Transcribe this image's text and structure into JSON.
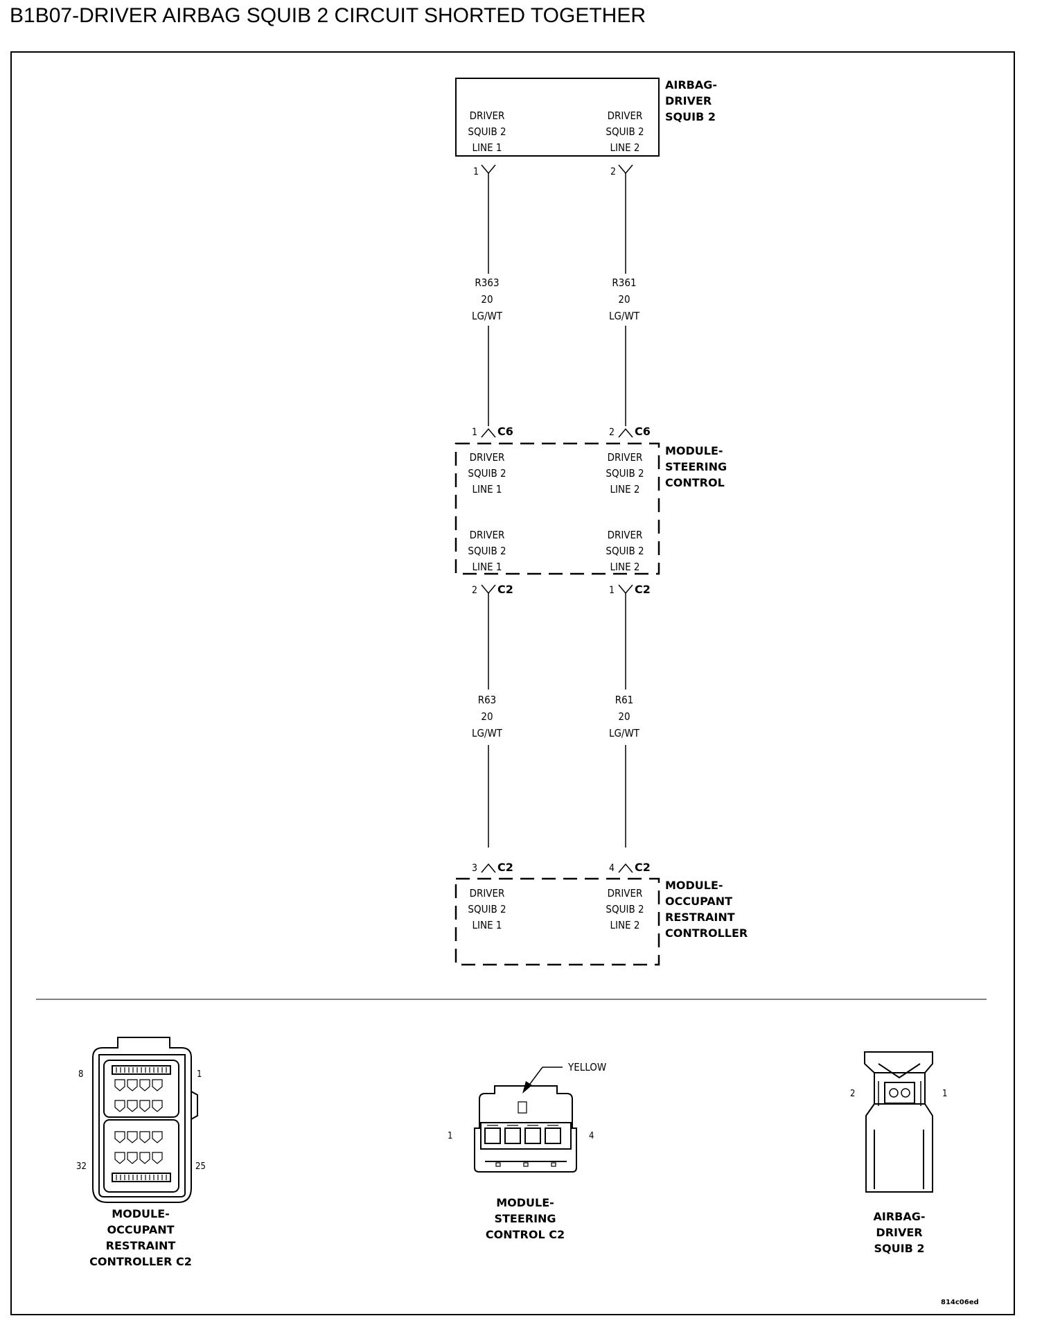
{
  "title": "B1B07-DRIVER AIRBAG SQUIB 2 CIRCUIT SHORTED TOGETHER",
  "components": {
    "airbag": {
      "name_lines": [
        "AIRBAG-",
        "DRIVER",
        "SQUIB 2"
      ],
      "pin_a_lines": [
        "DRIVER",
        "SQUIB 2",
        "LINE 1"
      ],
      "pin_b_lines": [
        "DRIVER",
        "SQUIB 2",
        "LINE 2"
      ],
      "pin_a": "1",
      "pin_b": "2"
    },
    "steering": {
      "name_lines": [
        "MODULE-",
        "STEERING",
        "CONTROL"
      ],
      "top_pin_a": "1",
      "top_pin_b": "2",
      "top_conn": "C6",
      "bottom_pin_a": "2",
      "bottom_pin_b": "1",
      "bottom_conn": "C2",
      "upper_a_lines": [
        "DRIVER",
        "SQUIB 2",
        "LINE 1"
      ],
      "upper_b_lines": [
        "DRIVER",
        "SQUIB 2",
        "LINE 2"
      ],
      "lower_a_lines": [
        "DRIVER",
        "SQUIB 2",
        "LINE 1"
      ],
      "lower_b_lines": [
        "DRIVER",
        "SQUIB 2",
        "LINE 2"
      ]
    },
    "orc": {
      "name_lines": [
        "MODULE-",
        "OCCUPANT",
        "RESTRAINT",
        "CONTROLLER"
      ],
      "pin_a": "3",
      "pin_b": "4",
      "conn": "C2",
      "pin_a_lines": [
        "DRIVER",
        "SQUIB 2",
        "LINE 1"
      ],
      "pin_b_lines": [
        "DRIVER",
        "SQUIB 2",
        "LINE 2"
      ]
    }
  },
  "wires": {
    "upper_a": [
      "R363",
      "20",
      "LG/WT"
    ],
    "upper_b": [
      "R361",
      "20",
      "LG/WT"
    ],
    "lower_a": [
      "R63",
      "20",
      "LG/WT"
    ],
    "lower_b": [
      "R61",
      "20",
      "LG/WT"
    ]
  },
  "connector_views": {
    "orc_c2": {
      "label_lines": [
        "MODULE-",
        "OCCUPANT",
        "RESTRAINT",
        "CONTROLLER C2"
      ],
      "pin_tl": "8",
      "pin_tr": "1",
      "pin_bl": "32",
      "pin_br": "25"
    },
    "steering_c2": {
      "label_lines": [
        "MODULE-",
        "STEERING",
        "CONTROL C2"
      ],
      "color_label": "YELLOW",
      "pin_left": "1",
      "pin_right": "4"
    },
    "squib": {
      "label_lines": [
        "AIRBAG-",
        "DRIVER",
        "SQUIB 2"
      ],
      "pin_left": "2",
      "pin_right": "1"
    }
  },
  "figure_id": "814c06ed"
}
